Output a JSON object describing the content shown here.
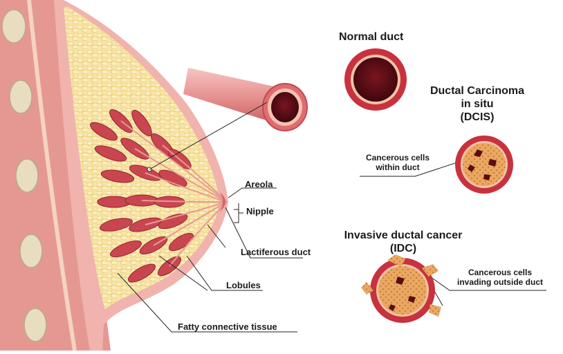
{
  "anatomy_labels": {
    "areola": "Areola",
    "nipple": "Nipple",
    "lactiferous_duct": "Lactiferous duct",
    "lobules": "Lobules",
    "fatty_tissue": "Fatty connective tissue"
  },
  "normal": {
    "title": "Normal duct"
  },
  "dcis": {
    "title_line1": "Ductal Carcinoma",
    "title_line2": "in situ",
    "title_line3": "(DCIS)",
    "note_line1": "Cancerous cells",
    "note_line2": "within duct"
  },
  "idc": {
    "title_line1": "Invasive ductal cancer",
    "title_line2": "(IDC)",
    "note_line1": "Cancerous cells",
    "note_line2": "invading outside duct"
  },
  "colors": {
    "muscle": "#e79a93",
    "fat": "#f7e3a0",
    "lobule": "#c9464f",
    "duct_wall": "#c8323e",
    "duct_lumen": "#5a0d14",
    "cancer": "#e9ab62",
    "label_text": "#1a1a1a"
  }
}
